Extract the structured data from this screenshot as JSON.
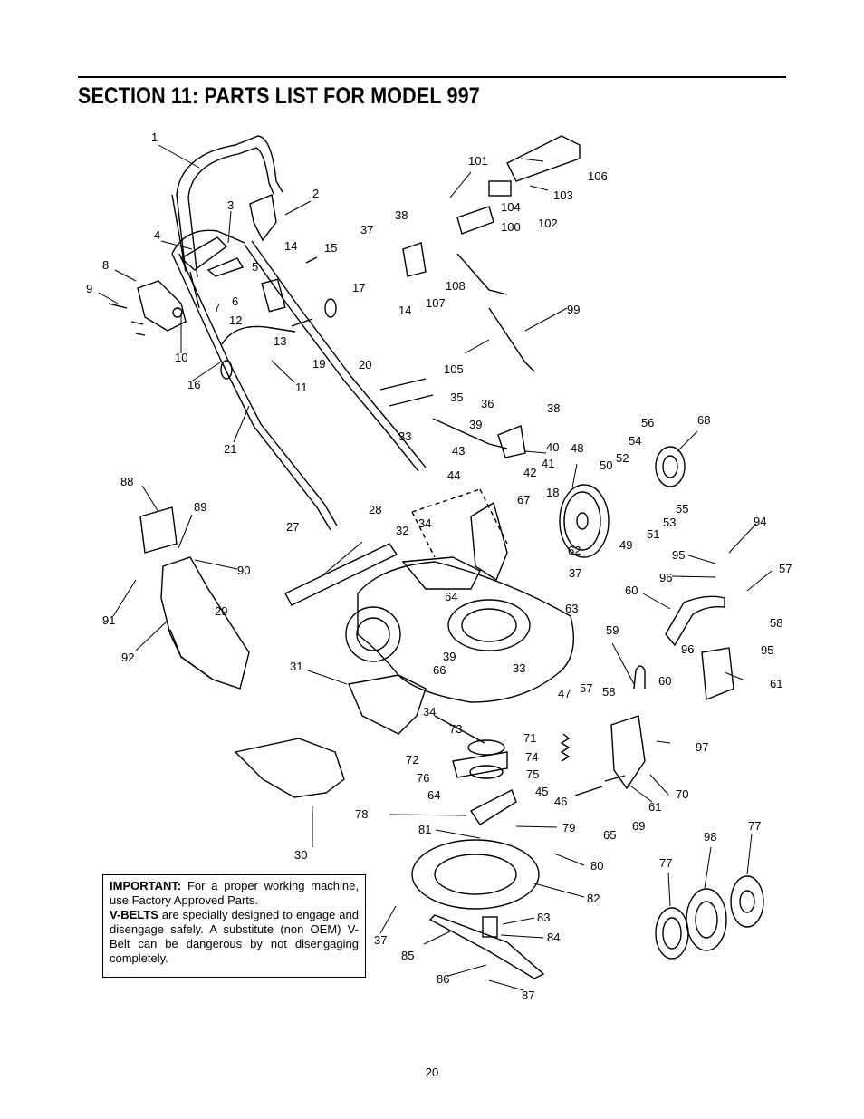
{
  "header": {
    "title": "SECTION 11:  PARTS LIST FOR MODEL 997"
  },
  "notice": {
    "important_label": "IMPORTANT:",
    "important_text": " For a proper working machine, use Factory Approved Parts.",
    "vbelts_label": "V-BELTS",
    "vbelts_text": " are specially designed to engage and disengage safely. A substitute (non OEM) V-Belt can be dangerous by not disengaging completely."
  },
  "footer": {
    "page_number": "20"
  },
  "callouts": [
    "1",
    "2",
    "3",
    "4",
    "5",
    "6",
    "7",
    "8",
    "9",
    "10",
    "11",
    "12",
    "13",
    "14",
    "15",
    "16",
    "17",
    "19",
    "20",
    "21",
    "27",
    "28",
    "29",
    "30",
    "31",
    "32",
    "33",
    "34",
    "35",
    "36",
    "37",
    "38",
    "39",
    "40",
    "41",
    "42",
    "43",
    "44",
    "45",
    "46",
    "47",
    "48",
    "49",
    "50",
    "51",
    "52",
    "53",
    "54",
    "55",
    "56",
    "57",
    "58",
    "59",
    "60",
    "61",
    "62",
    "63",
    "64",
    "65",
    "66",
    "67",
    "68",
    "69",
    "70",
    "71",
    "72",
    "73",
    "74",
    "75",
    "76",
    "77",
    "78",
    "79",
    "80",
    "81",
    "82",
    "83",
    "84",
    "85",
    "86",
    "87",
    "88",
    "89",
    "90",
    "91",
    "92",
    "94",
    "95",
    "96",
    "97",
    "98",
    "99",
    "100",
    "101",
    "102",
    "103",
    "104",
    "105",
    "106",
    "107",
    "108",
    "18"
  ]
}
